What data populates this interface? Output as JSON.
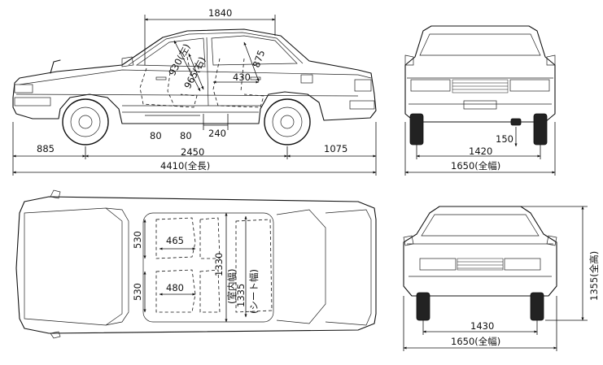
{
  "side_view": {
    "wheelbase_top": "1840",
    "front_overhang": "885",
    "wheelbase": "2450",
    "rear_overhang": "1075",
    "overall_length": "4410(全長)",
    "cabin_dim_1": "930(左)",
    "cabin_dim_2": "965(右)",
    "cabin_dim_3": "875",
    "cabin_dim_4": "430",
    "seat_dim_1": "80",
    "seat_dim_2": "80",
    "seat_dim_3": "240"
  },
  "rear_view": {
    "track": "1420",
    "ground_clearance": "150",
    "overall_width": "1650(全幅)"
  },
  "top_view": {
    "seat_depth_front": "530",
    "seat_depth_rear": "530",
    "seat_width_front": "465",
    "seat_width_rear": "480",
    "interior_width": "1330",
    "interior_width_label": "(室内幅)",
    "seat_width_total": "1335",
    "seat_width_label": "(シート幅)"
  },
  "front_view": {
    "track": "1430",
    "overall_width": "1650(全幅)",
    "overall_height": "1355(全高)"
  }
}
